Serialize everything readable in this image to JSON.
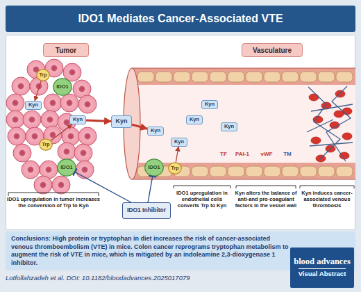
{
  "diagram": {
    "title": "IDO1 Mediates Cancer-Associated VTE",
    "nodes": [
      {
        "text": [
          "Tumor"
        ]
      },
      {
        "text": [
          "Vasculature"
        ]
      },
      {
        "text": [
          "Trp"
        ]
      },
      {
        "text": [
          "IDO1"
        ]
      },
      {
        "text": [
          "Kyn"
        ]
      },
      {
        "text": [
          "Kyn"
        ]
      },
      {
        "text": [
          "Trp"
        ]
      },
      {
        "text": [
          "IDO1"
        ]
      },
      {
        "text": [
          "Kyn"
        ]
      },
      {
        "text": [
          "Kyn"
        ]
      },
      {
        "text": [
          "Kyn"
        ]
      },
      {
        "text": [
          "Kyn"
        ]
      },
      {
        "text": [
          "Kyn"
        ]
      },
      {
        "text": [
          "Kyn"
        ]
      },
      {
        "text": [
          "IDO1"
        ]
      },
      {
        "text": [
          "Trp"
        ]
      },
      {
        "text": [
          "IDO1 Inhibitor"
        ]
      },
      {
        "text": [
          "Conclusions: High protein or tryptophan in diet increases the risk of cancer-associated venous thromboembolism (VTE) in mice. Colon cancer reprograms tryptophan metabolism to augment the risk of VTE in mice, which is mitigated by an indoleamine 2,3-dioxygenase 1 inhibitor."
        ]
      },
      {
        "text": [
          "blood advances",
          "Visual Abstract"
        ]
      }
    ],
    "edges": [
      {
        "from": 2,
        "to": 4,
        "arrow": "to"
      },
      {
        "from": 6,
        "to": 5,
        "arrow": "to"
      },
      {
        "from": 5,
        "to": 8,
        "arrow": "to"
      },
      {
        "from": 8,
        "to": 9,
        "arrow": "to"
      },
      {
        "from": 15,
        "to": 10,
        "arrow": "to"
      },
      {
        "from": 16,
        "to": 7,
        "arrow": "none"
      },
      {
        "from": 16,
        "to": 14,
        "arrow": "none"
      }
    ],
    "labels": [
      "TF",
      "PAI-1",
      "vWF",
      "TM",
      "IDO1 upregulation in tumor increases the conversion of Trp to Kyn",
      "IDO1 upregulation in endothelial cells converts Trp to Kyn",
      "Kyn alters the balance of anti-and pro-coagulant factors in the vessel wall",
      "Kyn induces cancer-associated venous thrombosis",
      "Lotfollahzadeh et al. DOI: 10.1182/bloodadvances.2025017079"
    ]
  }
}
